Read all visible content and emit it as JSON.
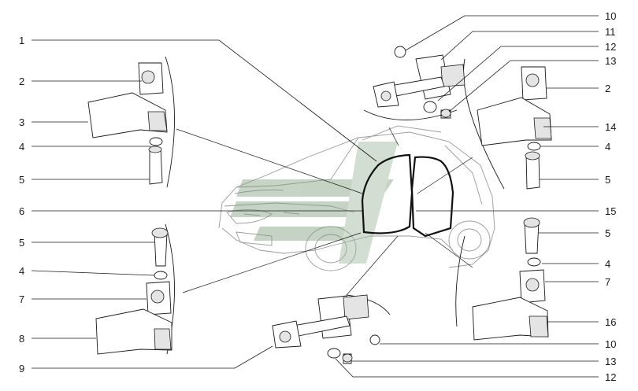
{
  "labels": {
    "l1": "1",
    "l2": "2",
    "l3": "3",
    "l4": "4",
    "l5": "5",
    "l6": "6",
    "l5b": "5",
    "l4b": "4",
    "l7": "7",
    "l8": "8",
    "l9": "9",
    "r10": "10",
    "r11": "11",
    "r12": "12",
    "r13": "13",
    "r2": "2",
    "r14": "14",
    "r4": "4",
    "r5": "5",
    "r15": "15",
    "r5b": "5",
    "r4b": "4",
    "r7": "7",
    "r16": "16",
    "r10b": "10",
    "r13b": "13",
    "r12b": "12"
  },
  "colors": {
    "ink": "#1a1a1a",
    "car_outline": "#9a9a9a",
    "watermark": "#7fa07f"
  }
}
